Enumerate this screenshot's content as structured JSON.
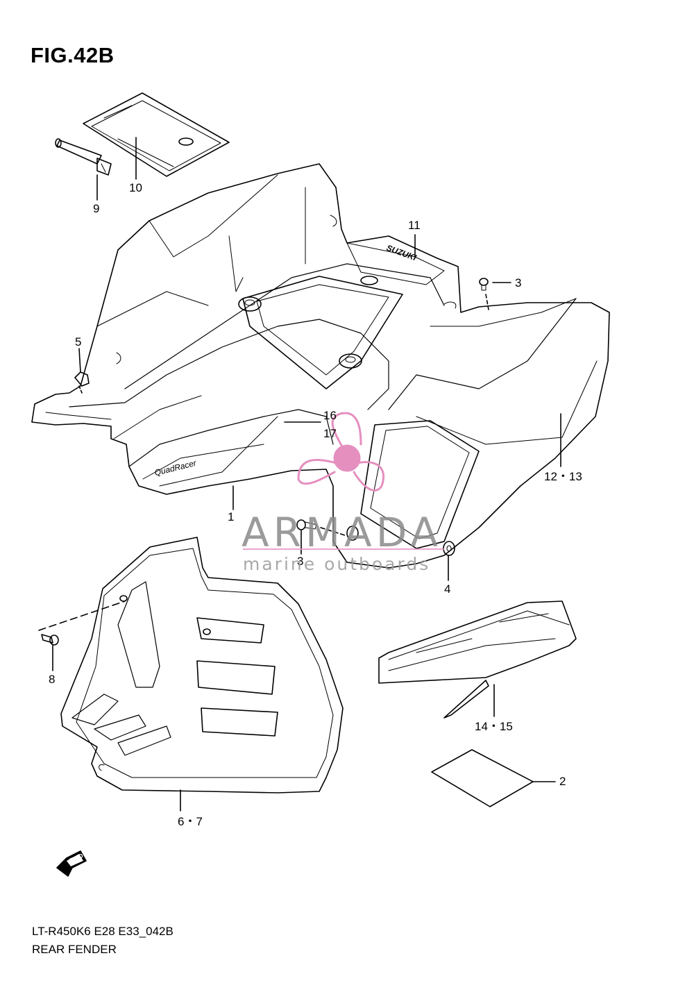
{
  "figure": {
    "title": "FIG.42B",
    "model_code": "LT-R450K6 E28 E33_042B",
    "section_name": "REAR FENDER"
  },
  "callouts": {
    "c10": "10",
    "c9": "9",
    "c11": "11",
    "c3_top": "3",
    "c5": "5",
    "c16": "16",
    "c17": "17",
    "c12_13": "12・13",
    "c1": "1",
    "c3_mid": "3",
    "c4": "4",
    "c8": "8",
    "c14_15": "14・15",
    "c2": "2",
    "c6_7": "6・7"
  },
  "fwd_arrow": {
    "label": "FWD",
    "icon": "fwd-arrow-icon"
  },
  "part_decals": {
    "brand_decal": "SUZUKI",
    "model_decal": "QuadRacer"
  },
  "watermark": {
    "brand": "ARMADA",
    "tagline": "marine outboards",
    "logo_icon": "propeller-logo-icon",
    "accent_color": "#e58fbf",
    "text_color": "#8a8a8a"
  }
}
